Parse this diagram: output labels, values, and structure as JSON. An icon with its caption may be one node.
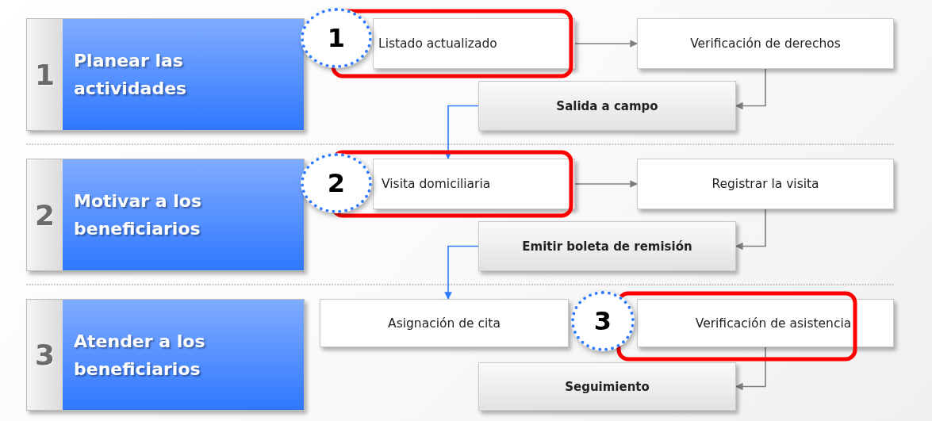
{
  "diagram": {
    "nodes": [
      {
        "text": [
          "1",
          "Planear las actividades"
        ]
      },
      {
        "text": [
          "1"
        ]
      },
      {
        "text": [
          "Listado actualizado"
        ]
      },
      {
        "text": [
          "Verificación de derechos"
        ]
      },
      {
        "text": [
          "Salida a campo"
        ]
      },
      {
        "text": [
          "2",
          "Motivar a los beneficiarios"
        ]
      },
      {
        "text": [
          "2"
        ]
      },
      {
        "text": [
          "Visita domiciliaria"
        ]
      },
      {
        "text": [
          "Registrar la visita"
        ]
      },
      {
        "text": [
          "Emitir boleta de remisión"
        ]
      },
      {
        "text": [
          "3",
          "Atender a los beneficiarios"
        ]
      },
      {
        "text": [
          "Asignación de cita"
        ]
      },
      {
        "text": [
          "3"
        ]
      },
      {
        "text": [
          "Verificación de asistencia"
        ]
      },
      {
        "text": [
          "Seguimiento"
        ]
      }
    ],
    "edges": [
      {
        "from": 2,
        "to": 3,
        "arrow": "to"
      },
      {
        "from": 3,
        "to": 4,
        "arrow": "to"
      },
      {
        "from": 4,
        "to": 7,
        "arrow": "to",
        "color": "#2f7bff"
      },
      {
        "from": 7,
        "to": 8,
        "arrow": "to"
      },
      {
        "from": 8,
        "to": 9,
        "arrow": "to"
      },
      {
        "from": 9,
        "to": 11,
        "arrow": "to",
        "color": "#2f7bff"
      },
      {
        "from": 13,
        "to": 14,
        "arrow": "to"
      }
    ]
  }
}
